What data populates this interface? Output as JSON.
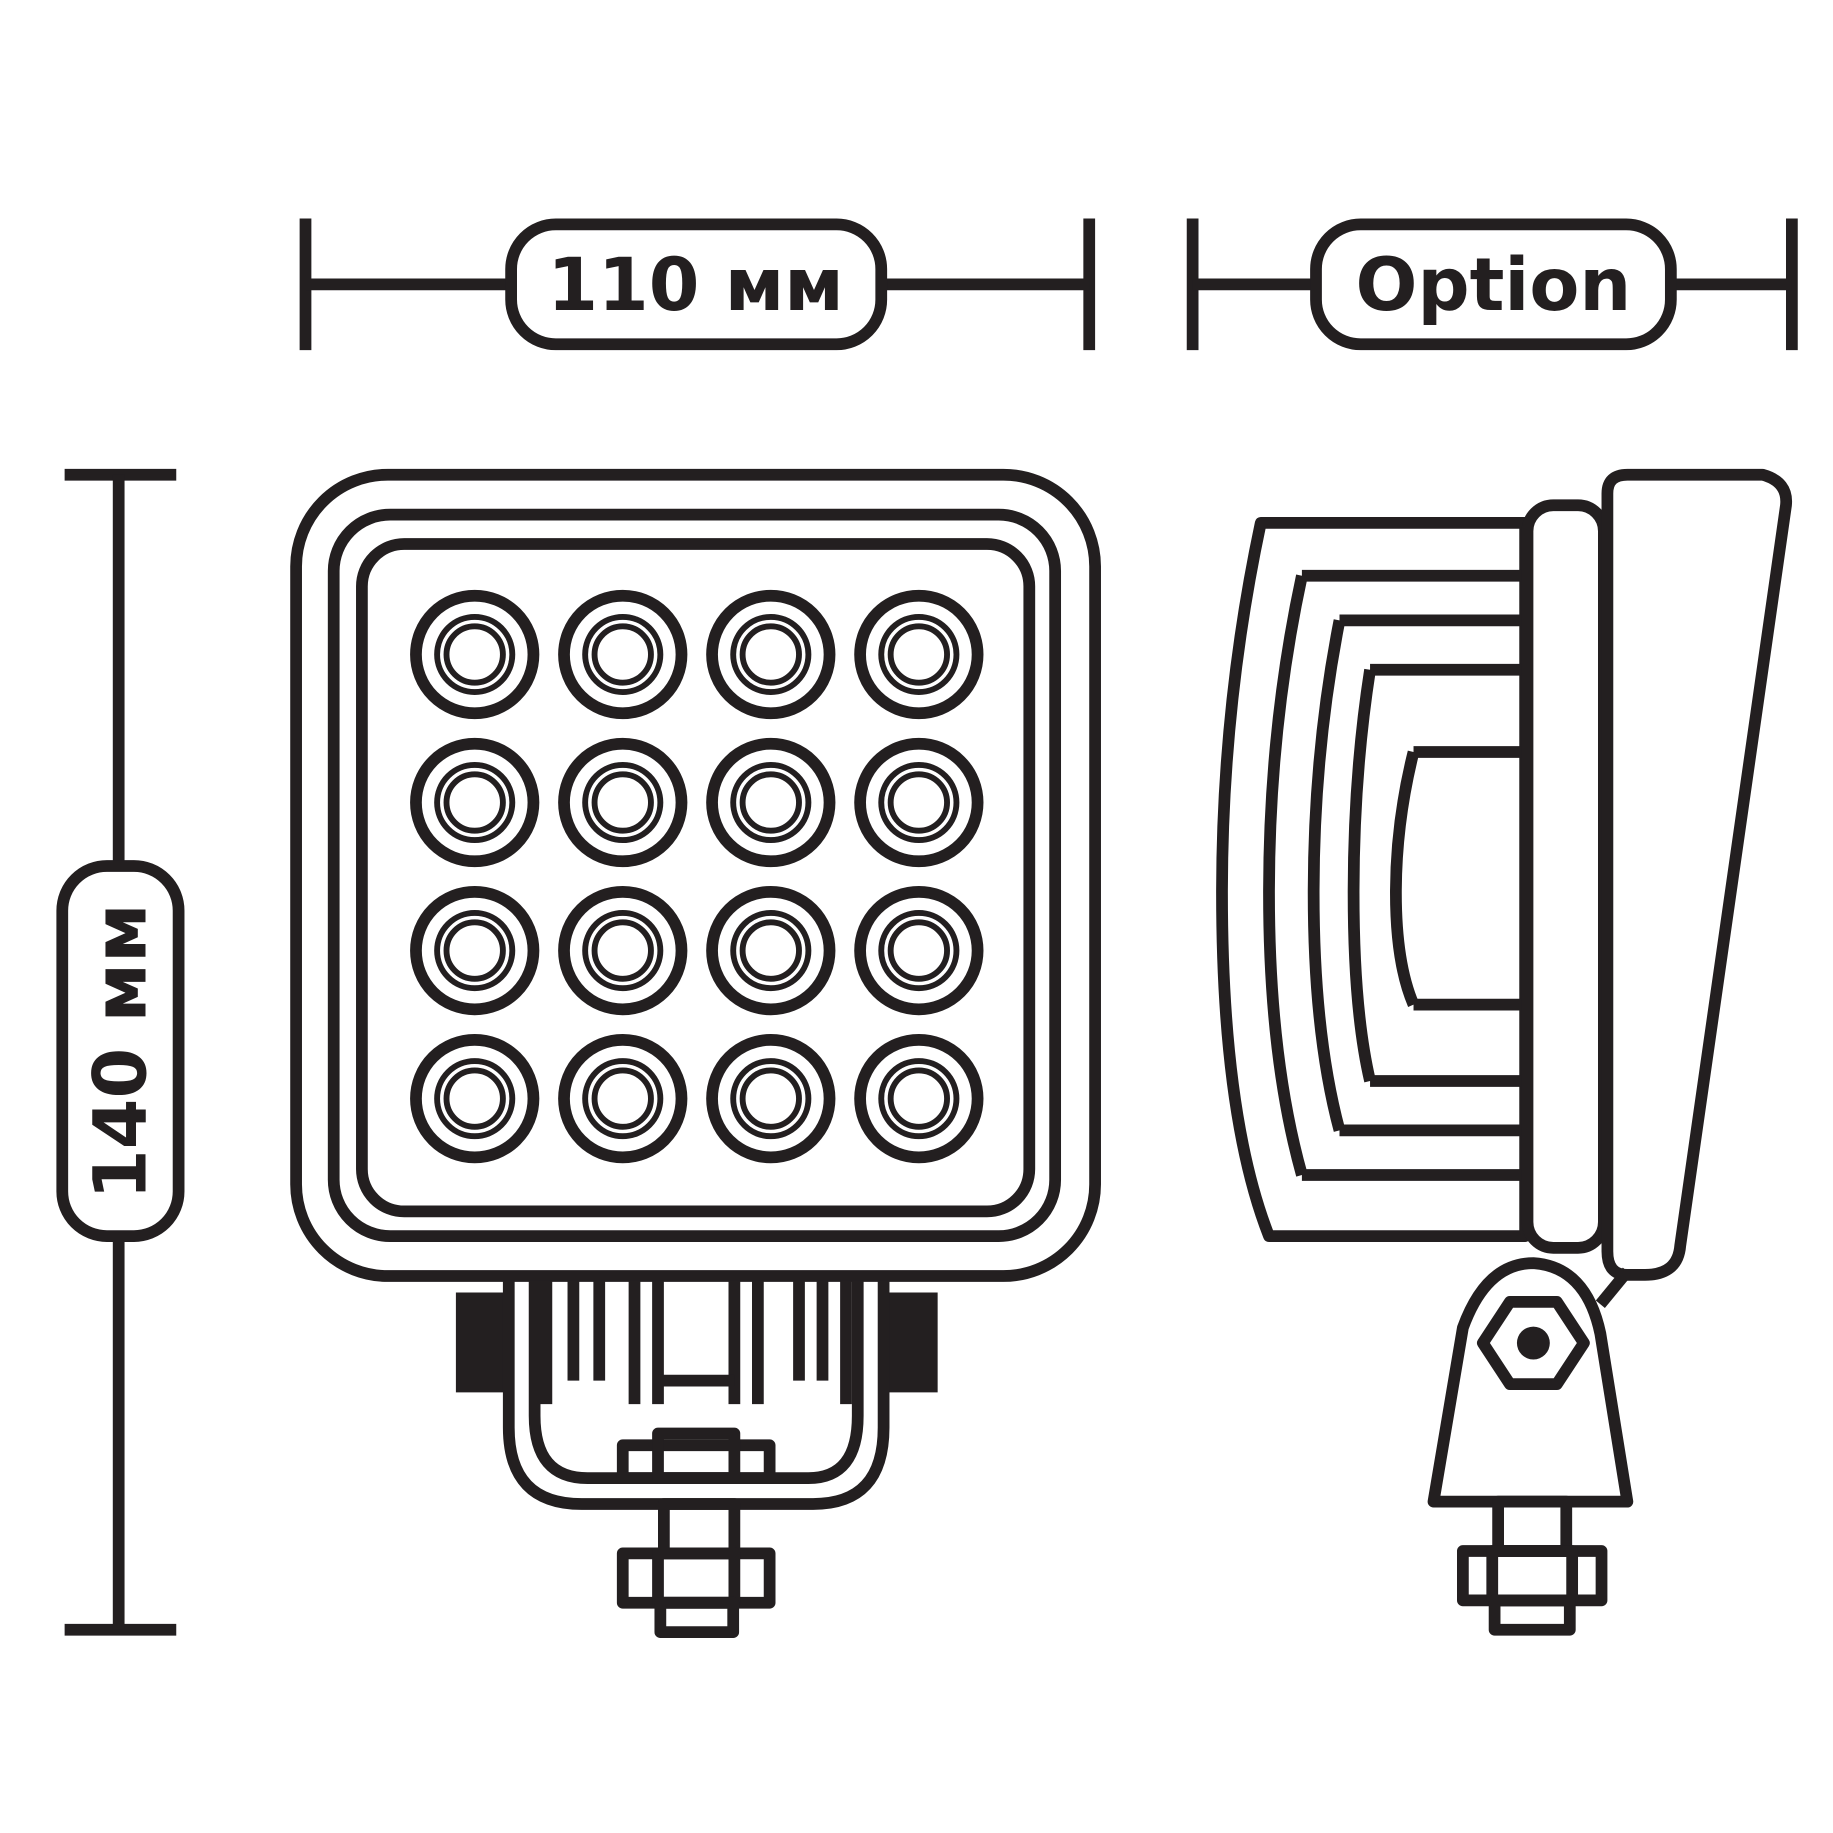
{
  "dimensions": {
    "width_label": "110 мм",
    "height_label": "140 мм",
    "option_label": "Option"
  },
  "colors": {
    "line": "#231f20",
    "background": "#ffffff"
  },
  "led_grid": {
    "rows": 4,
    "cols": 4
  }
}
